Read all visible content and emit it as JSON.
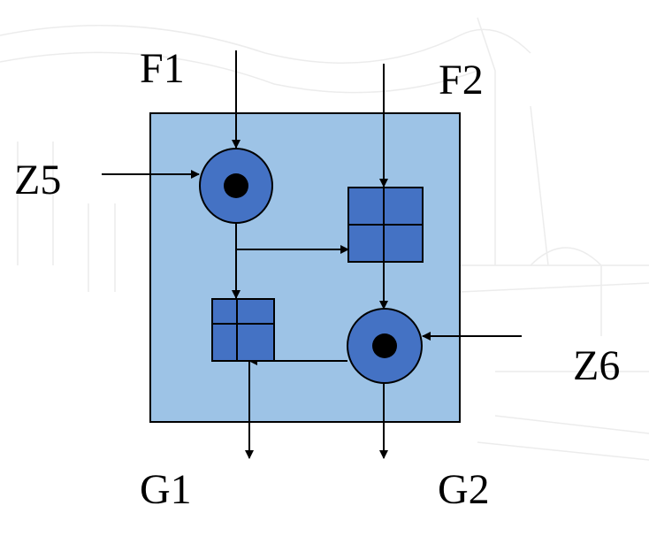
{
  "diagram": {
    "labels": {
      "f1": "F1",
      "f2": "F2",
      "z5": "Z5",
      "z6": "Z6",
      "g1": "G1",
      "g2": "G2"
    },
    "nodes": [
      {
        "id": "mixer-1",
        "type": "circle-junction",
        "inputs": [
          "F1",
          "Z5"
        ]
      },
      {
        "id": "splitter-1",
        "type": "grid-block",
        "inputs": [
          "F2",
          "mixer-1"
        ]
      },
      {
        "id": "splitter-2",
        "type": "grid-block",
        "inputs": [
          "mixer-1",
          "mixer-2"
        ]
      },
      {
        "id": "mixer-2",
        "type": "circle-junction",
        "inputs": [
          "splitter-1",
          "Z6"
        ]
      }
    ],
    "outputs": [
      "G1",
      "G2"
    ],
    "colors": {
      "system_box": "#9dc3e6",
      "node_fill": "#4472c4",
      "stroke": "#000000",
      "background": "#ffffff"
    }
  }
}
